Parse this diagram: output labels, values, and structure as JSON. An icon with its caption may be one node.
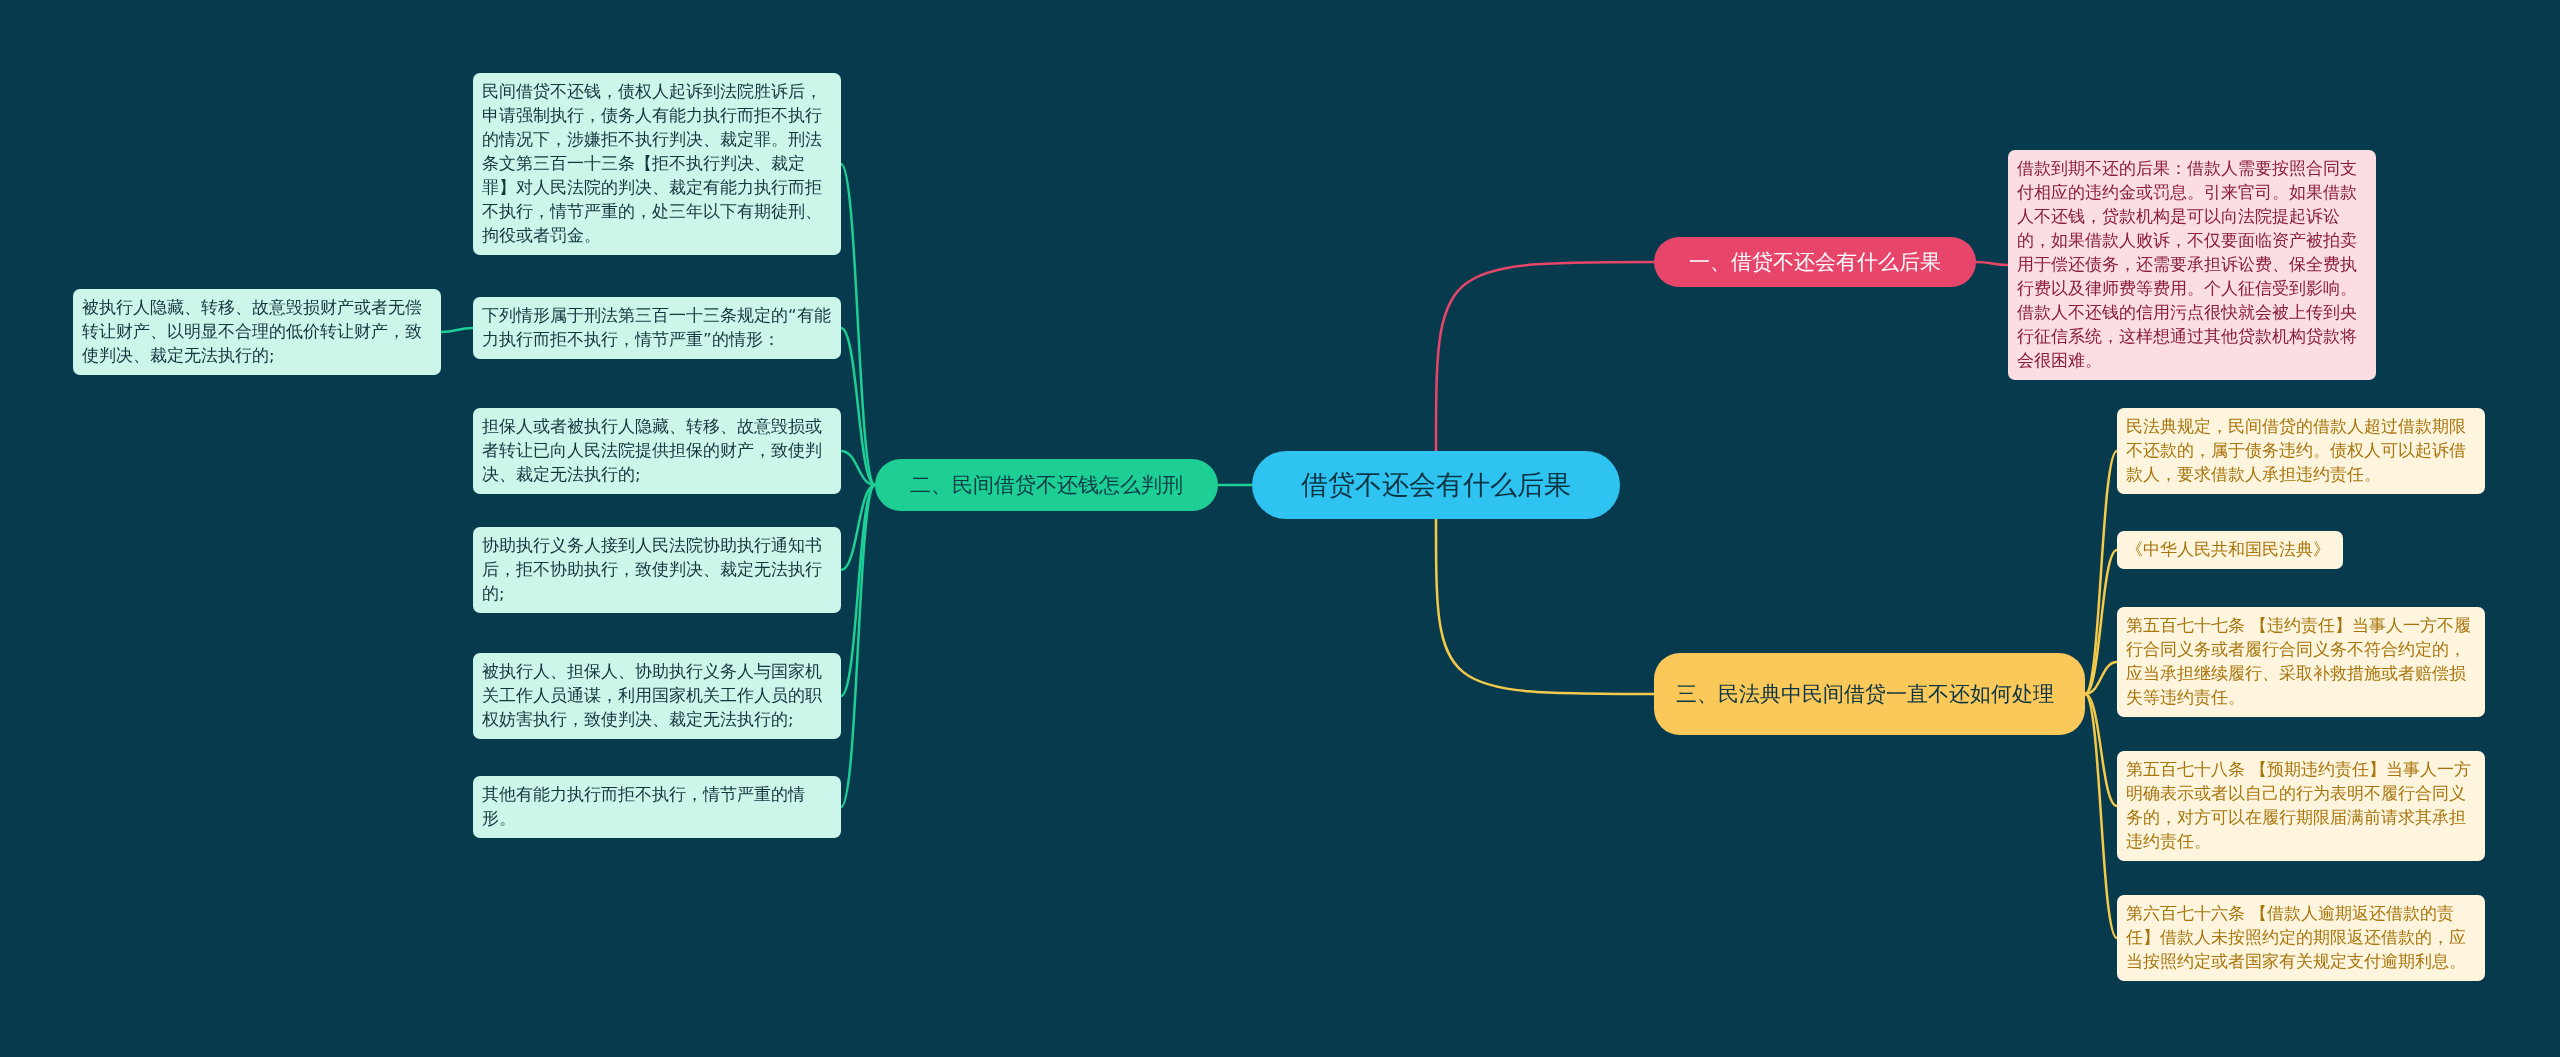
{
  "diagram": {
    "nodes": [
      {
        "text": [
          "借贷不还会有什么后果"
        ]
      },
      {
        "text": [
          "一、借贷不还会有什么后果"
        ]
      },
      {
        "text": [
          "借款到期不还的后果：借款人需要按照合同支付相应的违约金或罚息。引来官司。如果借款人不还钱，贷款机构是可以向法院提起诉讼的，如果借款人败诉，不仅要面临资产被拍卖用于偿还债务，还需要承担诉讼费、保全费执行费以及律师费等费用。个人征信受到影响。借款人不还钱的信用污点很快就会被上传到央行征信系统，这样想通过其他贷款机构贷款将会很困难。"
        ]
      },
      {
        "text": [
          "二、民间借贷不还钱怎么判刑"
        ]
      },
      {
        "text": [
          "民间借贷不还钱，债权人起诉到法院胜诉后，申请强制执行，债务人有能力执行而拒不执行的情况下，涉嫌拒不执行判决、裁定罪。刑法条文第三百一十三条【拒不执行判决、裁定罪】对人民法院的判决、裁定有能力执行而拒不执行，情节严重的，处三年以下有期徒刑、拘役或者罚金。"
        ]
      },
      {
        "text": [
          "下列情形属于刑法第三百一十三条规定的“有能力执行而拒不执行，情节严重”的情形："
        ]
      },
      {
        "text": [
          "被执行人隐藏、转移、故意毁损财产或者无偿转让财产、以明显不合理的低价转让财产，致使判决、裁定无法执行的;"
        ]
      },
      {
        "text": [
          "担保人或者被执行人隐藏、转移、故意毁损或者转让已向人民法院提供担保的财产，致使判决、裁定无法执行的;"
        ]
      },
      {
        "text": [
          "协助执行义务人接到人民法院协助执行通知书后，拒不协助执行，致使判决、裁定无法执行的;"
        ]
      },
      {
        "text": [
          "被执行人、担保人、协助执行义务人与国家机关工作人员通谋，利用国家机关工作人员的职权妨害执行，致使判决、裁定无法执行的;"
        ]
      },
      {
        "text": [
          "其他有能力执行而拒不执行，情节严重的情形。"
        ]
      },
      {
        "text": [
          "三、民法典中民间借贷一直不还如何处理"
        ]
      },
      {
        "text": [
          "民法典规定，民间借贷的借款人超过借款期限不还款的，属于债务违约。债权人可以起诉借款人，要求借款人承担违约责任。"
        ]
      },
      {
        "text": [
          "《中华人民共和国民法典》"
        ]
      },
      {
        "text": [
          "第五百七十七条 【违约责任】当事人一方不履行合同义务或者履行合同义务不符合约定的，应当承担继续履行、采取补救措施或者赔偿损失等违约责任。"
        ]
      },
      {
        "text": [
          "第五百七十八条 【预期违约责任】当事人一方明确表示或者以自己的行为表明不履行合同义务的，对方可以在履行期限届满前请求其承担违约责任。"
        ]
      },
      {
        "text": [
          "第六百七十六条 【借款人逾期返还借款的责任】借款人未按照约定的期限返还借款的，应当按照约定或者国家有关规定支付逾期利息。"
        ]
      }
    ],
    "edges": [
      {
        "from": 0,
        "to": 1,
        "arrow": "none",
        "color": "#e8456b"
      },
      {
        "from": 1,
        "to": 2,
        "arrow": "none",
        "color": "#e8456b"
      },
      {
        "from": 0,
        "to": 3,
        "arrow": "none"
      },
      {
        "from": 3,
        "to": 4,
        "arrow": "none"
      },
      {
        "from": 3,
        "to": 5,
        "arrow": "none"
      },
      {
        "from": 5,
        "to": 6,
        "arrow": "none"
      },
      {
        "from": 3,
        "to": 7,
        "arrow": "none"
      },
      {
        "from": 3,
        "to": 8,
        "arrow": "none"
      },
      {
        "from": 3,
        "to": 9,
        "arrow": "none"
      },
      {
        "from": 3,
        "to": 10,
        "arrow": "none"
      },
      {
        "from": 0,
        "to": 11,
        "arrow": "none",
        "color": "#f5c94a"
      },
      {
        "from": 11,
        "to": 12,
        "arrow": "none",
        "color": "#f5c94a"
      },
      {
        "from": 11,
        "to": 13,
        "arrow": "none",
        "color": "#f5c94a"
      },
      {
        "from": 11,
        "to": 14,
        "arrow": "none",
        "color": "#f5c94a"
      },
      {
        "from": 11,
        "to": 15,
        "arrow": "none",
        "color": "#f5c94a"
      },
      {
        "from": 11,
        "to": 16,
        "arrow": "none",
        "color": "#f5c94a"
      }
    ]
  }
}
